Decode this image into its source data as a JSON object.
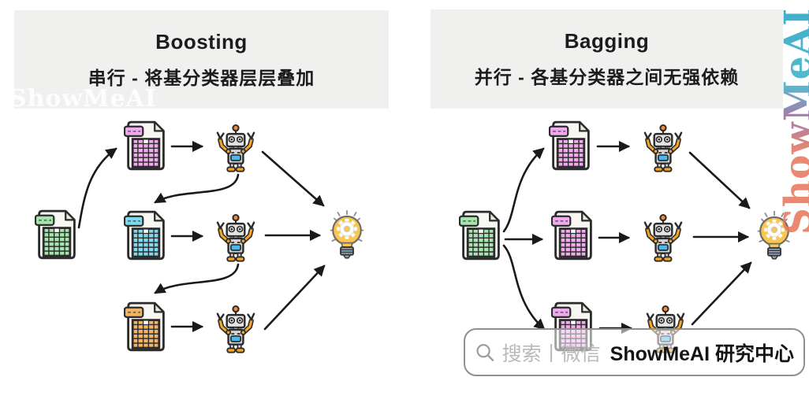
{
  "panels": [
    {
      "id": "boosting",
      "title": "Boosting",
      "subtitle": "串行 - 将基分类器层层叠加",
      "flow": "serial",
      "source_file_color": "green",
      "sample_file_colors": [
        "violet",
        "blue",
        "orange"
      ],
      "classifier_count": 3,
      "output": "lightbulb-gear"
    },
    {
      "id": "bagging",
      "title": "Bagging",
      "subtitle": "并行 - 各基分类器之间无强依赖",
      "flow": "parallel",
      "source_file_color": "green",
      "sample_file_colors": [
        "pink",
        "pink",
        "pink"
      ],
      "classifier_count": 3,
      "output": "lightbulb-gear"
    }
  ],
  "watermarks": {
    "corner_text": "ShowMeAI",
    "vertical_text": "ShowMeAI"
  },
  "search_bar": {
    "hint": "搜索丨微信",
    "brand": "ShowMeAI 研究中心"
  },
  "icons": {
    "data_file": "spreadsheet-file-icon",
    "classifier": "robot-icon",
    "result": "lightbulb-gear-icon",
    "search": "search-icon"
  },
  "colors": {
    "header_bg": "#f0f0ef",
    "arrow": "#1a1a1a",
    "file_green": "#a6e3ae",
    "file_violet": "#efa9ec",
    "file_blue": "#7fd9ee",
    "file_orange": "#f2b366",
    "file_pink": "#efa9ec",
    "robot_orange": "#f5a623",
    "robot_display_blue": "#4db8e8",
    "bulb_yellow": "#f9c74f",
    "bulb_base": "#8fa3b8",
    "watermark_gradient": [
      "#e8795e",
      "#9a6b9d",
      "#24a3c6"
    ],
    "corner_watermark": "#ffffff"
  }
}
